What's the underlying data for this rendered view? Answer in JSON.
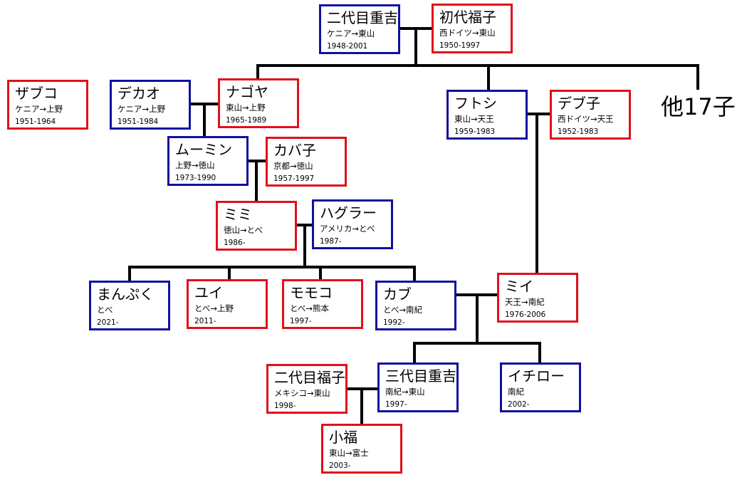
{
  "nodes": {
    "shigekichi2": {
      "name": "二代目重吉",
      "place": "ケニア→東山",
      "years": "1948-2001",
      "sex": "m"
    },
    "fukuko1": {
      "name": "初代福子",
      "place": "西ドイツ→東山",
      "years": "1950-1997",
      "sex": "f"
    },
    "zabuko": {
      "name": "ザブコ",
      "place": "ケニア→上野",
      "years": "1951-1964",
      "sex": "f"
    },
    "dekao": {
      "name": "デカオ",
      "place": "ケニア→上野",
      "years": "1951-1984",
      "sex": "m"
    },
    "nagoya": {
      "name": "ナゴヤ",
      "place": "東山→上野",
      "years": "1965-1989",
      "sex": "f"
    },
    "futoshi": {
      "name": "フトシ",
      "place": "東山→天王",
      "years": "1959-1983",
      "sex": "m"
    },
    "debuko": {
      "name": "デブ子",
      "place": "西ドイツ→天王",
      "years": "1952-1983",
      "sex": "f"
    },
    "moomin": {
      "name": "ムーミン",
      "place": "上野→徳山",
      "years": "1973-1990",
      "sex": "m"
    },
    "kabako": {
      "name": "カバ子",
      "place": "京都→徳山",
      "years": "1957-1997",
      "sex": "f"
    },
    "mimi": {
      "name": "ミミ",
      "place": "徳山→とべ",
      "years": "1986-",
      "sex": "f"
    },
    "hagura": {
      "name": "ハグラー",
      "place": "アメリカ→とべ",
      "years": "1987-",
      "sex": "m"
    },
    "manpuku": {
      "name": "まんぷく",
      "place": "とべ",
      "years": "2021-",
      "sex": "m"
    },
    "yui": {
      "name": "ユイ",
      "place": "とべ→上野",
      "years": "2011-",
      "sex": "f"
    },
    "momoko": {
      "name": "モモコ",
      "place": "とべ→熊本",
      "years": "1997-",
      "sex": "f"
    },
    "kabu": {
      "name": "カブ",
      "place": "とべ→南紀",
      "years": "1992-",
      "sex": "m"
    },
    "mii": {
      "name": "ミイ",
      "place": "天王→南紀",
      "years": "1976-2006",
      "sex": "f"
    },
    "fukuko2": {
      "name": "二代目福子",
      "place": "メキシコ→東山",
      "years": "1998-",
      "sex": "f"
    },
    "shigekichi3": {
      "name": "三代目重吉",
      "place": "南紀→東山",
      "years": "1997-",
      "sex": "m"
    },
    "ichiro": {
      "name": "イチロー",
      "place": "南紀",
      "years": "2002-",
      "sex": "m"
    },
    "kofuku": {
      "name": "小福",
      "place": "東山→富士",
      "years": "2003-",
      "sex": "f"
    }
  },
  "others_label": "他17子",
  "colors": {
    "male_border": "#1010a0",
    "female_border": "#e0101a",
    "line": "#000000"
  }
}
